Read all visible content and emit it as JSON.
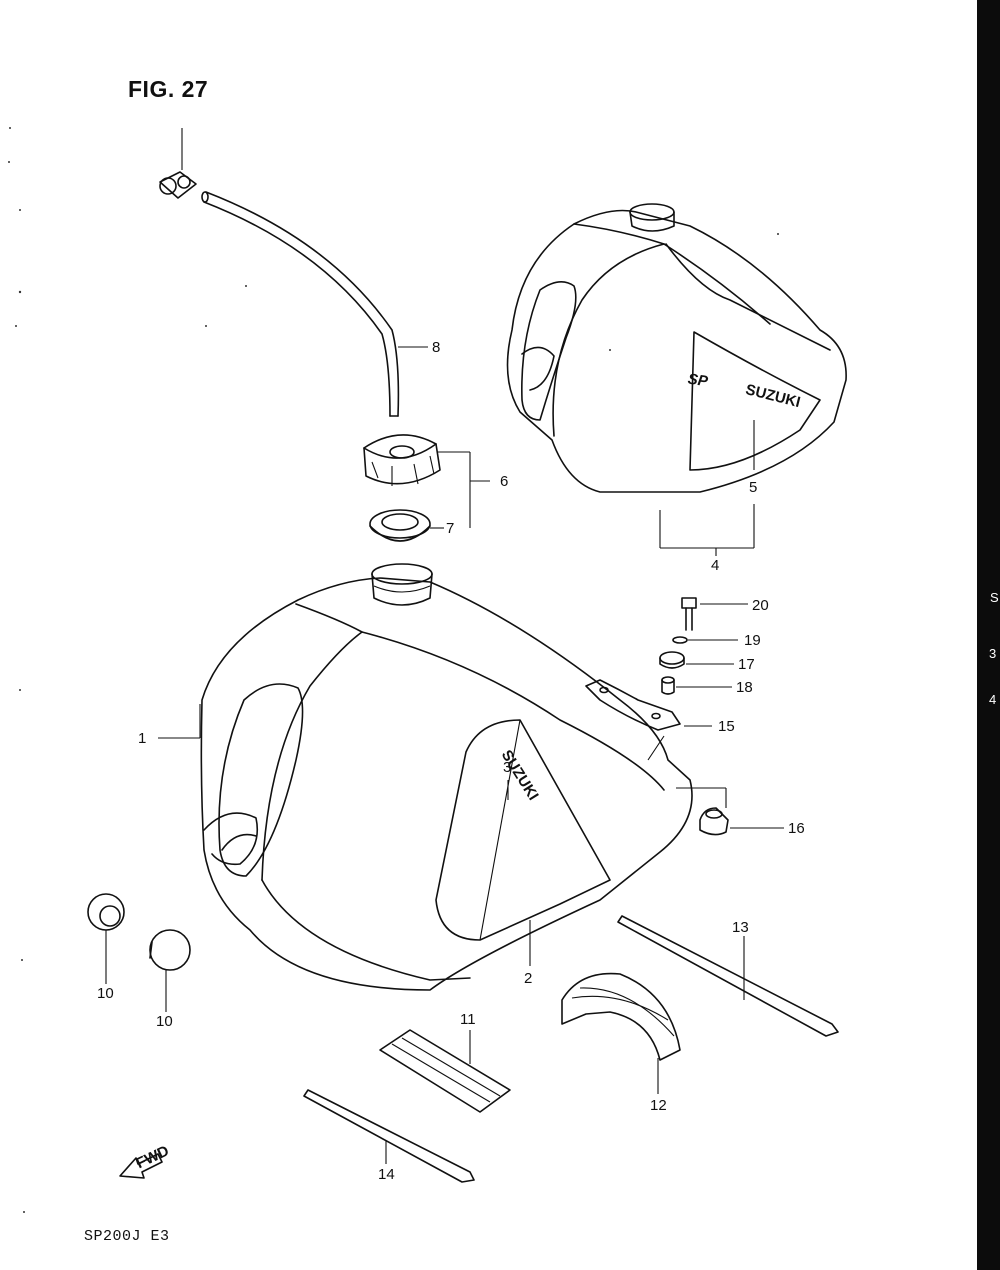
{
  "figure": {
    "title": "FIG. 27",
    "model": "SP200J E3"
  },
  "decals": {
    "tank_brand": "SUZUKI",
    "small_tank_brand": "SUZUKI",
    "small_tank_logo": "SP"
  },
  "fwd_arrow": "FWD",
  "callouts": [
    {
      "id": "1",
      "text": "1"
    },
    {
      "id": "2",
      "text": "2"
    },
    {
      "id": "3",
      "text": "3"
    },
    {
      "id": "4",
      "text": "4"
    },
    {
      "id": "5",
      "text": "5"
    },
    {
      "id": "6",
      "text": "6"
    },
    {
      "id": "7",
      "text": "7"
    },
    {
      "id": "8",
      "text": "8"
    },
    {
      "id": "10a",
      "text": "10"
    },
    {
      "id": "10b",
      "text": "10"
    },
    {
      "id": "11",
      "text": "11"
    },
    {
      "id": "12",
      "text": "12"
    },
    {
      "id": "13",
      "text": "13"
    },
    {
      "id": "14",
      "text": "14"
    },
    {
      "id": "15",
      "text": "15"
    },
    {
      "id": "16",
      "text": "16"
    },
    {
      "id": "17",
      "text": "17"
    },
    {
      "id": "18",
      "text": "18"
    },
    {
      "id": "19",
      "text": "19"
    },
    {
      "id": "20",
      "text": "20"
    }
  ],
  "edge_text": [
    "S",
    "3",
    "4"
  ]
}
